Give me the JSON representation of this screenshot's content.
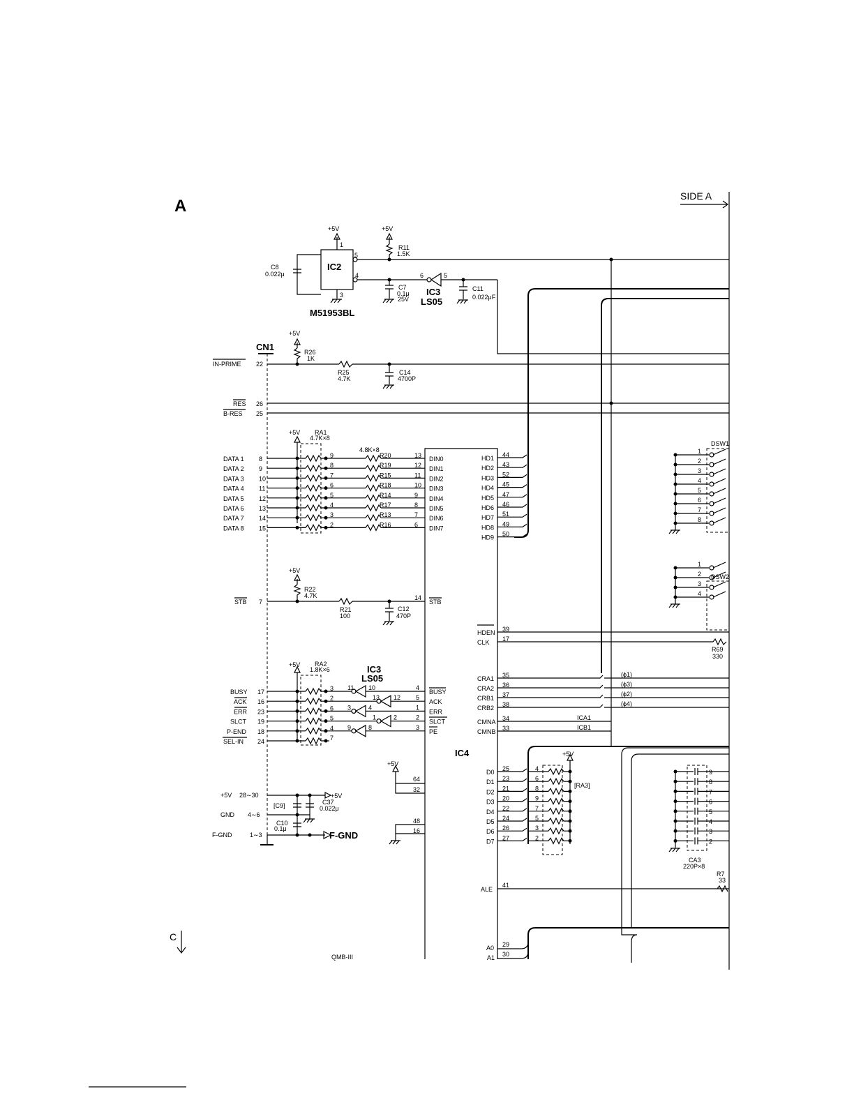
{
  "sheet": {
    "corner_label": "A",
    "side_label": "SIDE A",
    "continue_label": "C",
    "drawing_number": "QMB-III"
  },
  "power": {
    "vcc": "+5V",
    "fgnd": "F-GND"
  },
  "ic2": {
    "ref": "IC2",
    "part": "M51953BL",
    "pins": [
      "1",
      "5",
      "4",
      "3"
    ]
  },
  "ic3_top": {
    "ref": "IC3",
    "part": "LS05",
    "pin_in": "6",
    "pin_out": "5"
  },
  "ic3_mid": {
    "ref": "IC3",
    "part": "LS05"
  },
  "ic4": {
    "ref": "IC4"
  },
  "cn1": {
    "ref": "CN1"
  },
  "parts": {
    "c8": {
      "ref": "C8",
      "value": "0.022μ"
    },
    "r11": {
      "ref": "R11",
      "value": "1.5K"
    },
    "c7": {
      "ref": "C7",
      "value": "0.1μ",
      "rating": "25V"
    },
    "c11": {
      "ref": "C11",
      "value": "0.022μF"
    },
    "r26": {
      "ref": "R26",
      "value": "1K"
    },
    "r25": {
      "ref": "R25",
      "value": "4.7K"
    },
    "c14": {
      "ref": "C14",
      "value": "4700P"
    },
    "ra1": {
      "ref": "RA1",
      "value": "4.7K×8"
    },
    "r22": {
      "ref": "R22",
      "value": "4.7K"
    },
    "r21": {
      "ref": "R21",
      "value": "100"
    },
    "c12": {
      "ref": "C12",
      "value": "470P"
    },
    "ra2": {
      "ref": "RA2",
      "value": "1.8K×6"
    },
    "series_array": "4.8K×8",
    "c9": "[C9]",
    "c37": {
      "ref": "C37",
      "value": "0.022μ"
    },
    "c10": {
      "ref": "C10",
      "value": "0.1μ"
    },
    "ra3": "[RA3]",
    "r69": {
      "ref": "R69",
      "value": "330"
    },
    "ca3": {
      "ref": "CA3",
      "value": "220P×8"
    },
    "r7x": {
      "ref": "R7",
      "value": "33"
    },
    "dsw1": "DSW1",
    "dsw2": "DSW2"
  },
  "connector_signals": [
    {
      "name": "IN-PRIME",
      "pin": "22"
    },
    {
      "name": "RES",
      "pin": "26"
    },
    {
      "name": "B-RES",
      "pin": "25"
    },
    {
      "name": "STB",
      "pin": "7"
    }
  ],
  "data_lines": [
    {
      "name": "DATA 1",
      "cn_pin": "8",
      "ra_pin": "9",
      "res": "R20",
      "ic_pin": "13",
      "ic_name": "DIN0"
    },
    {
      "name": "DATA 2",
      "cn_pin": "9",
      "ra_pin": "8",
      "res": "R19",
      "ic_pin": "12",
      "ic_name": "DIN1"
    },
    {
      "name": "DATA 3",
      "cn_pin": "10",
      "ra_pin": "7",
      "res": "R15",
      "ic_pin": "11",
      "ic_name": "DIN2"
    },
    {
      "name": "DATA 4",
      "cn_pin": "11",
      "ra_pin": "6",
      "res": "R18",
      "ic_pin": "10",
      "ic_name": "DIN3"
    },
    {
      "name": "DATA 5",
      "cn_pin": "12",
      "ra_pin": "5",
      "res": "R14",
      "ic_pin": "9",
      "ic_name": "DIN4"
    },
    {
      "name": "DATA 6",
      "cn_pin": "13",
      "ra_pin": "4",
      "res": "R17",
      "ic_pin": "8",
      "ic_name": "DIN5"
    },
    {
      "name": "DATA 7",
      "cn_pin": "14",
      "ra_pin": "3",
      "res": "R13",
      "ic_pin": "7",
      "ic_name": "DIN6"
    },
    {
      "name": "DATA 8",
      "cn_pin": "15",
      "ra_pin": "2",
      "res": "R16",
      "ic_pin": "6",
      "ic_name": "DIN7"
    }
  ],
  "stb_pin": {
    "num": "14",
    "name": "STB"
  },
  "hd_pins": [
    {
      "name": "HD1",
      "pin": "44"
    },
    {
      "name": "HD2",
      "pin": "43"
    },
    {
      "name": "HD3",
      "pin": "52"
    },
    {
      "name": "HD4",
      "pin": "45"
    },
    {
      "name": "HD5",
      "pin": "47"
    },
    {
      "name": "HD6",
      "pin": "46"
    },
    {
      "name": "HD7",
      "pin": "51"
    },
    {
      "name": "HD8",
      "pin": "49"
    },
    {
      "name": "HD9",
      "pin": "50"
    }
  ],
  "status_lines": [
    {
      "name": "BUSY",
      "cn_pin": "17",
      "ra_pin": "3",
      "g_in": "10",
      "g_out": "11",
      "ic_pin": "4",
      "ic_name": "BUSY"
    },
    {
      "name": "ACK",
      "cn_pin": "16",
      "ra_pin": "2",
      "g_in": "12",
      "g_out": "13",
      "ic_pin": "5",
      "ic_name": "ACK"
    },
    {
      "name": "ERR",
      "cn_pin": "23",
      "ra_pin": "6",
      "g_in": "4",
      "g_out": "3",
      "ic_pin": "1",
      "ic_name": "ERR"
    },
    {
      "name": "SLCT",
      "cn_pin": "19",
      "ra_pin": "5",
      "g_in": "2",
      "g_out": "1",
      "ic_pin": "2",
      "ic_name": "SLCT"
    },
    {
      "name": "P-END",
      "cn_pin": "18",
      "ra_pin": "4",
      "g_in": "8",
      "g_out": "9",
      "ic_pin": "3",
      "ic_name": "PE"
    },
    {
      "name": "SEL-IN",
      "cn_pin": "24",
      "ra_pin": "7"
    }
  ],
  "ic4_right_pins": [
    {
      "name": "HDEN",
      "pin": "39"
    },
    {
      "name": "CLK",
      "pin": "17"
    },
    {
      "name": "CRA1",
      "pin": "35",
      "net": "(ϕ1)"
    },
    {
      "name": "CRA2",
      "pin": "36",
      "net": "(ϕ3)"
    },
    {
      "name": "CRB1",
      "pin": "37",
      "net": "(ϕ2)"
    },
    {
      "name": "CRB2",
      "pin": "38",
      "net": "(ϕ4)"
    },
    {
      "name": "CMNA",
      "pin": "34",
      "net": "ICA1"
    },
    {
      "name": "CMNB",
      "pin": "33",
      "net": "ICB1"
    }
  ],
  "bus_pins": [
    {
      "name": "D0",
      "pin": "25",
      "ra": "4"
    },
    {
      "name": "D1",
      "pin": "23",
      "ra": "6"
    },
    {
      "name": "D2",
      "pin": "21",
      "ra": "8"
    },
    {
      "name": "D3",
      "pin": "20",
      "ra": "9"
    },
    {
      "name": "D4",
      "pin": "22",
      "ra": "7"
    },
    {
      "name": "D5",
      "pin": "24",
      "ra": "5"
    },
    {
      "name": "D6",
      "pin": "26",
      "ra": "3"
    },
    {
      "name": "D7",
      "pin": "27",
      "ra": "2"
    }
  ],
  "ale_pin": {
    "name": "ALE",
    "pin": "41"
  },
  "addr_pins": [
    {
      "name": "A0",
      "pin": "29"
    },
    {
      "name": "A1",
      "pin": "30"
    }
  ],
  "ic4_left_power_pins": [
    "64",
    "32",
    "48",
    "16"
  ],
  "power_pins": [
    {
      "name": "+5V",
      "pin": "28∼30"
    },
    {
      "name": "GND",
      "pin": "4∼6"
    },
    {
      "name": "F-GND",
      "pin": "1∼3"
    }
  ],
  "dsw1_pins": [
    "1",
    "2",
    "3",
    "4",
    "5",
    "6",
    "7",
    "8"
  ],
  "dsw2_pins": [
    "1",
    "2",
    "3",
    "4"
  ],
  "ca3_pins": [
    "9",
    "8",
    "7",
    "6",
    "5",
    "4",
    "3",
    "2"
  ]
}
